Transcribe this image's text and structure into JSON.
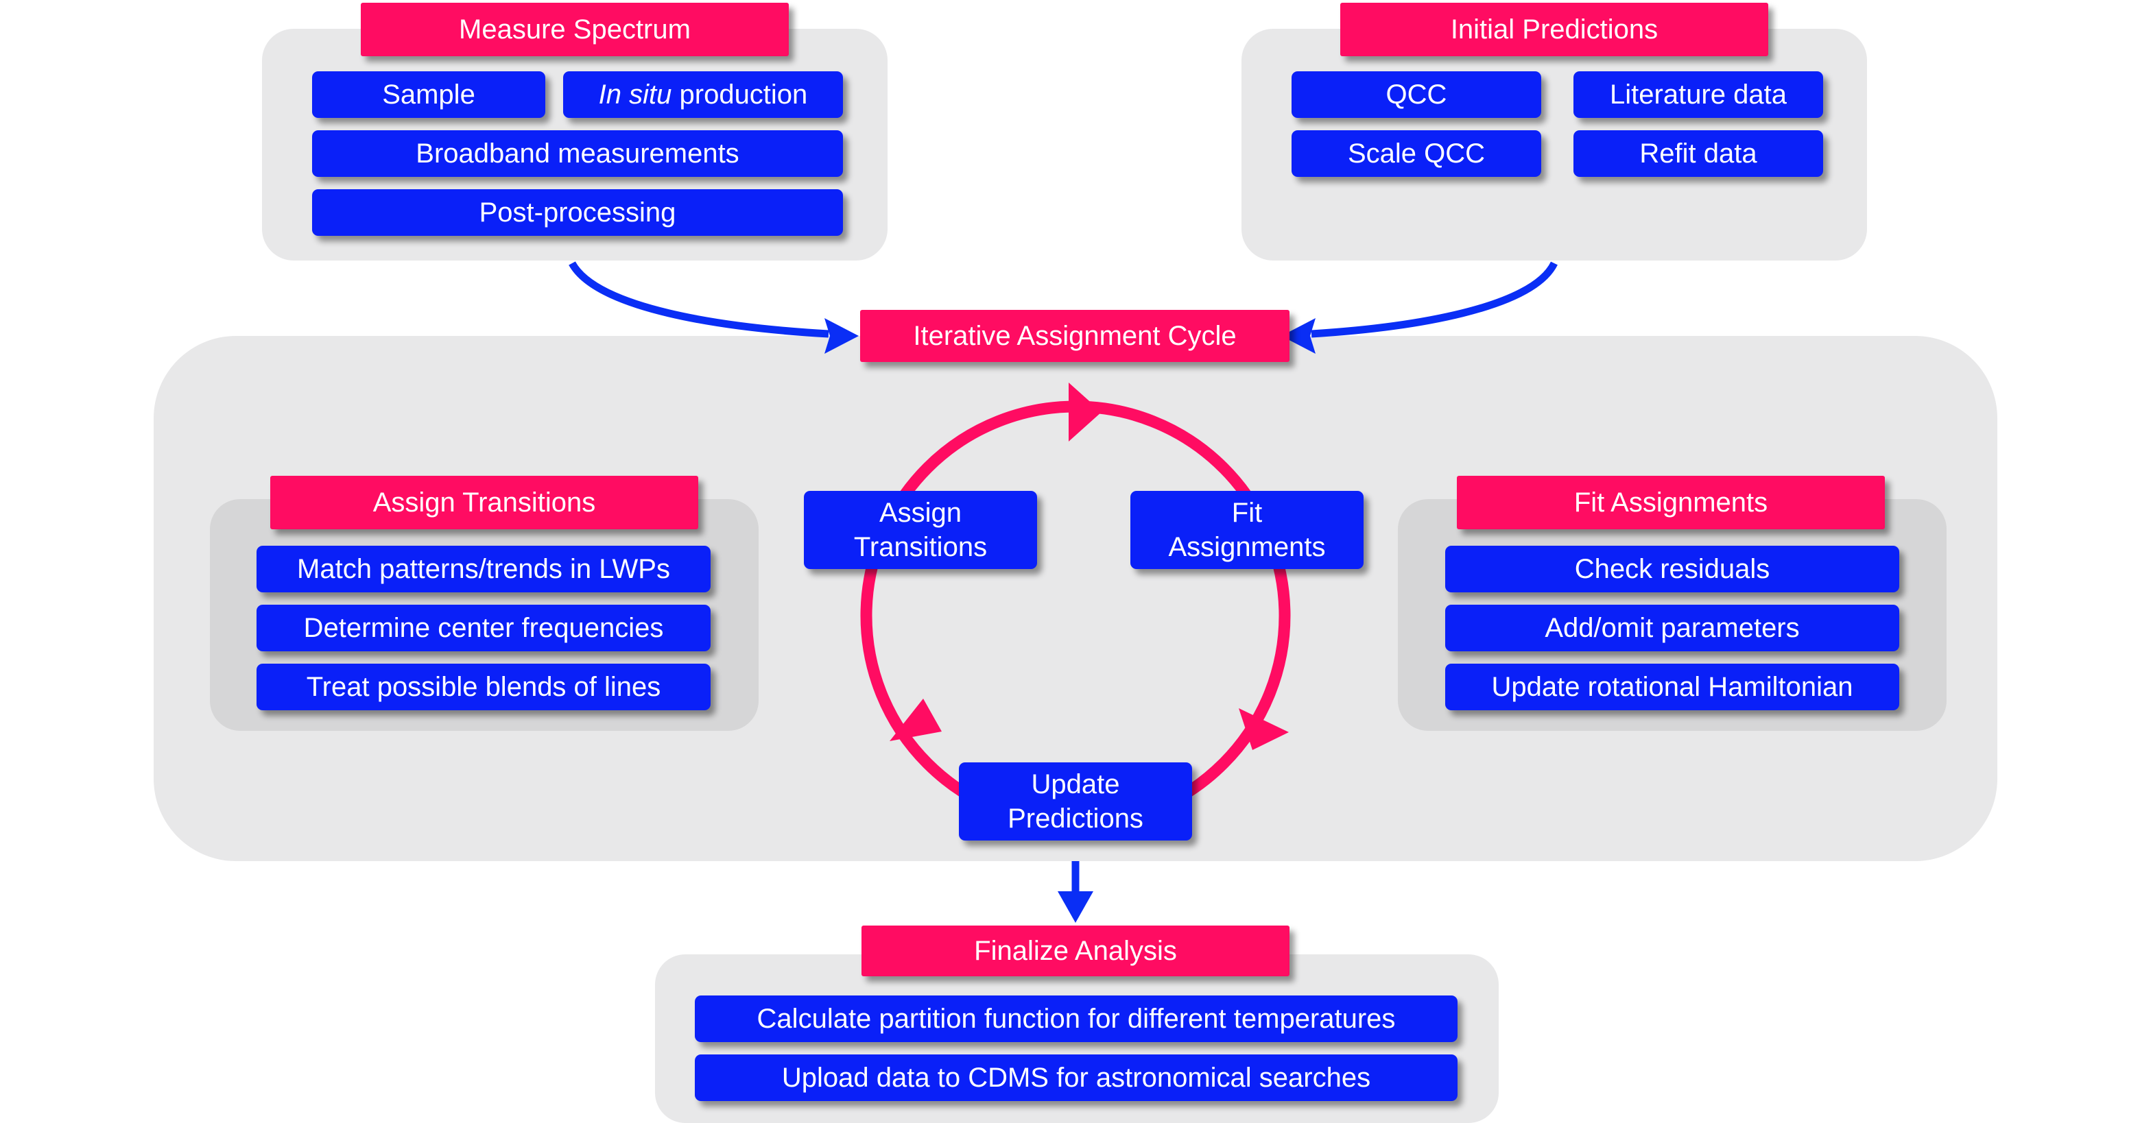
{
  "measure": {
    "title": "Measure Spectrum",
    "sample": "Sample",
    "insitu_em": "In situ",
    "insitu_rest": " production",
    "broadband": "Broadband measurements",
    "postprocessing": "Post-processing"
  },
  "initial": {
    "title": "Initial Predictions",
    "qcc": "QCC",
    "literature": "Literature data",
    "scale_qcc": "Scale QCC",
    "refit": "Refit data"
  },
  "cycle": {
    "title": "Iterative Assignment Cycle",
    "assign_line1": "Assign",
    "assign_line2": "Transitions",
    "fit_line1": "Fit",
    "fit_line2": "Assignments",
    "update_line1": "Update",
    "update_line2": "Predictions"
  },
  "assign": {
    "title": "Assign Transitions",
    "items": [
      "Match patterns/trends in LWPs",
      "Determine center frequencies",
      "Treat possible blends of lines"
    ]
  },
  "fit": {
    "title": "Fit Assignments",
    "items": [
      "Check residuals",
      "Add/omit parameters",
      "Update rotational Hamiltonian"
    ]
  },
  "finalize": {
    "title": "Finalize Analysis",
    "items": [
      "Calculate partition function for different temperatures",
      "Upload data to CDMS for astronomical searches"
    ]
  },
  "colors": {
    "blue_box": "#0a20f8",
    "pink_box": "#ff0c62",
    "cycle_ring": "#ff0c62",
    "arrow": "#0a2ef5",
    "panel": "#e8e8e9",
    "inner_panel": "#d6d6d7"
  }
}
